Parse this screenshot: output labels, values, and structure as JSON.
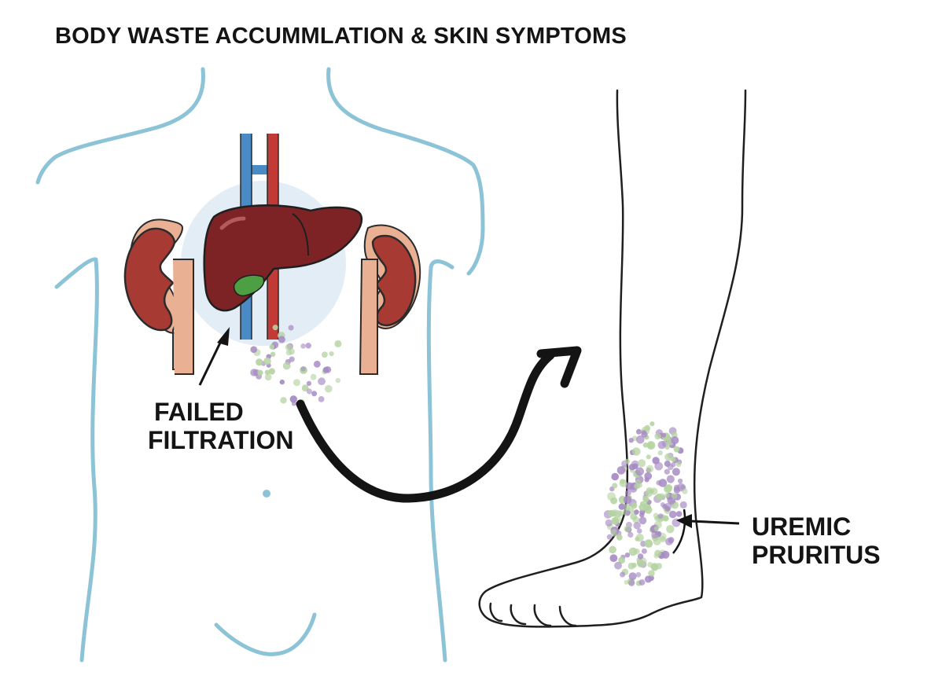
{
  "title": "BODY WASTE ACCUMMLATION & SKIN SYMPTOMS",
  "labels": {
    "failed_filtration": [
      "FAILED",
      "FILTRATION"
    ],
    "uremic_pruritus": [
      "UREMIC",
      "PRURITUS"
    ]
  },
  "colors": {
    "body_outline": "#8cc3d6",
    "kidney": "#a83a34",
    "kidney_outer": "#e9b094",
    "liver": "#7d2326",
    "gallbladder": "#4e9f43",
    "vein": "#4a8bc5",
    "artery": "#c13a35",
    "toxin_purple": "#a78bc4",
    "toxin_green": "#b5d3a2",
    "halo": "#dce9f4",
    "ink": "#141414"
  },
  "icons": [
    "torso-outline",
    "kidney-left-icon",
    "kidney-right-icon",
    "liver-icon",
    "gallbladder-icon",
    "blood-vessels-icon",
    "toxin-particles",
    "curved-arrow-icon",
    "leg-outline",
    "pointer-arrow-icon"
  ]
}
